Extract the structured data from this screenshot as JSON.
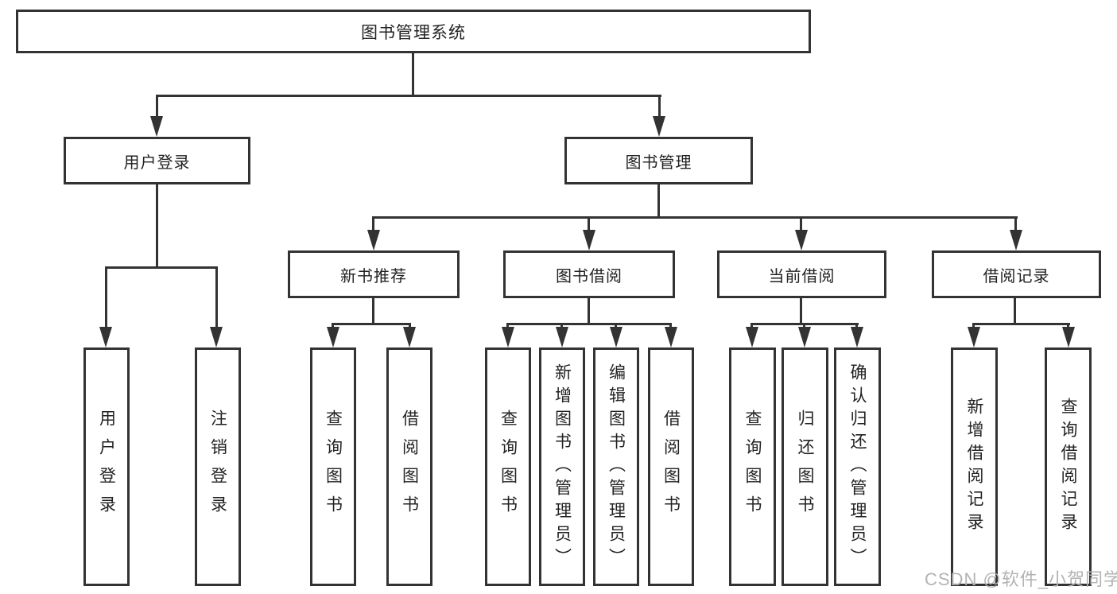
{
  "colors": {
    "line": "#333333",
    "text": "#222222",
    "box_fill": "#ffffff",
    "background": "#ffffff",
    "watermark": "#b3b3b3"
  },
  "tree": {
    "label": "图书管理系统",
    "children": [
      {
        "label": "用户登录",
        "children": [
          {
            "label": "用户登录"
          },
          {
            "label": "注销登录"
          }
        ]
      },
      {
        "label": "图书管理",
        "children": [
          {
            "label": "新书推荐",
            "children": [
              {
                "label": "查询图书"
              },
              {
                "label": "借阅图书"
              }
            ]
          },
          {
            "label": "图书借阅",
            "children": [
              {
                "label": "查询图书"
              },
              {
                "label": "新增图书（管理员）"
              },
              {
                "label": "编辑图书（管理员）"
              },
              {
                "label": "借阅图书"
              }
            ]
          },
          {
            "label": "当前借阅",
            "children": [
              {
                "label": "查询图书"
              },
              {
                "label": "归还图书"
              },
              {
                "label": "确认归还（管理员）"
              }
            ]
          },
          {
            "label": "借阅记录",
            "children": [
              {
                "label": "新增借阅记录"
              },
              {
                "label": "查询借阅记录"
              }
            ]
          }
        ]
      }
    ]
  },
  "watermark": {
    "text": "CSDN @软件_小贺同学"
  }
}
